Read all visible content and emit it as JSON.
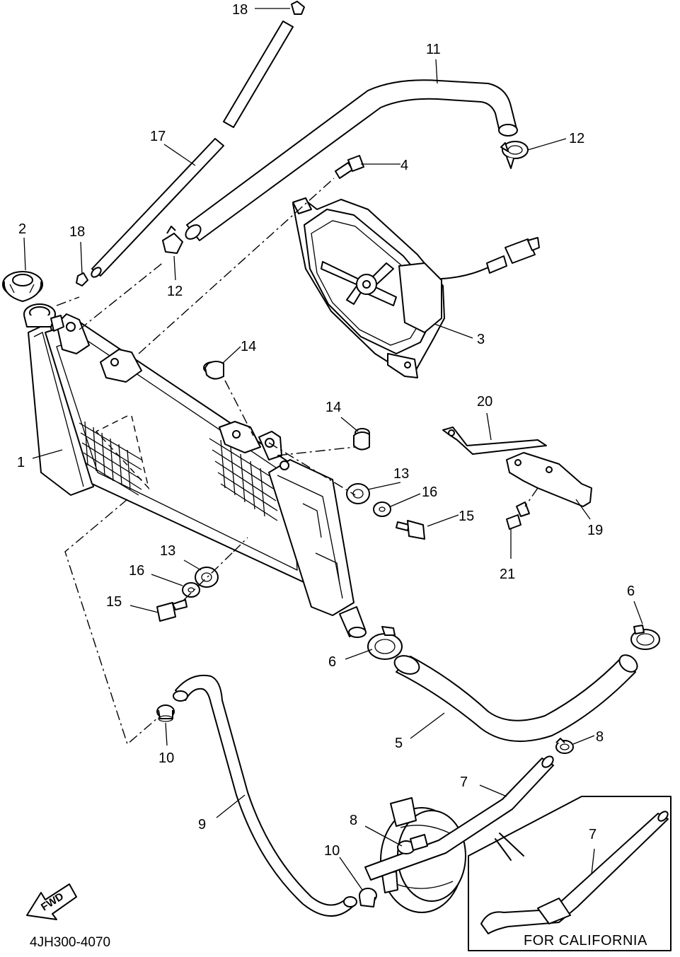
{
  "diagram": {
    "callouts": [
      {
        "id": "c1",
        "text": "1"
      },
      {
        "id": "c2",
        "text": "2"
      },
      {
        "id": "c3",
        "text": "3"
      },
      {
        "id": "c4",
        "text": "4"
      },
      {
        "id": "c5",
        "text": "5"
      },
      {
        "id": "c6a",
        "text": "6"
      },
      {
        "id": "c6b",
        "text": "6"
      },
      {
        "id": "c7a",
        "text": "7"
      },
      {
        "id": "c7b",
        "text": "7"
      },
      {
        "id": "c8a",
        "text": "8"
      },
      {
        "id": "c8b",
        "text": "8"
      },
      {
        "id": "c9",
        "text": "9"
      },
      {
        "id": "c10a",
        "text": "10"
      },
      {
        "id": "c10b",
        "text": "10"
      },
      {
        "id": "c11",
        "text": "11"
      },
      {
        "id": "c12a",
        "text": "12"
      },
      {
        "id": "c12b",
        "text": "12"
      },
      {
        "id": "c13a",
        "text": "13"
      },
      {
        "id": "c13b",
        "text": "13"
      },
      {
        "id": "c14a",
        "text": "14"
      },
      {
        "id": "c14b",
        "text": "14"
      },
      {
        "id": "c15a",
        "text": "15"
      },
      {
        "id": "c15b",
        "text": "15"
      },
      {
        "id": "c16a",
        "text": "16"
      },
      {
        "id": "c16b",
        "text": "16"
      },
      {
        "id": "c17",
        "text": "17"
      },
      {
        "id": "c18a",
        "text": "18"
      },
      {
        "id": "c18b",
        "text": "18"
      },
      {
        "id": "c19",
        "text": "19"
      },
      {
        "id": "c20",
        "text": "20"
      },
      {
        "id": "c21",
        "text": "21"
      }
    ],
    "fwd_label": "FWD",
    "drawing_code": "4JH300-4070",
    "inset_label": "FOR CALIFORNIA"
  }
}
